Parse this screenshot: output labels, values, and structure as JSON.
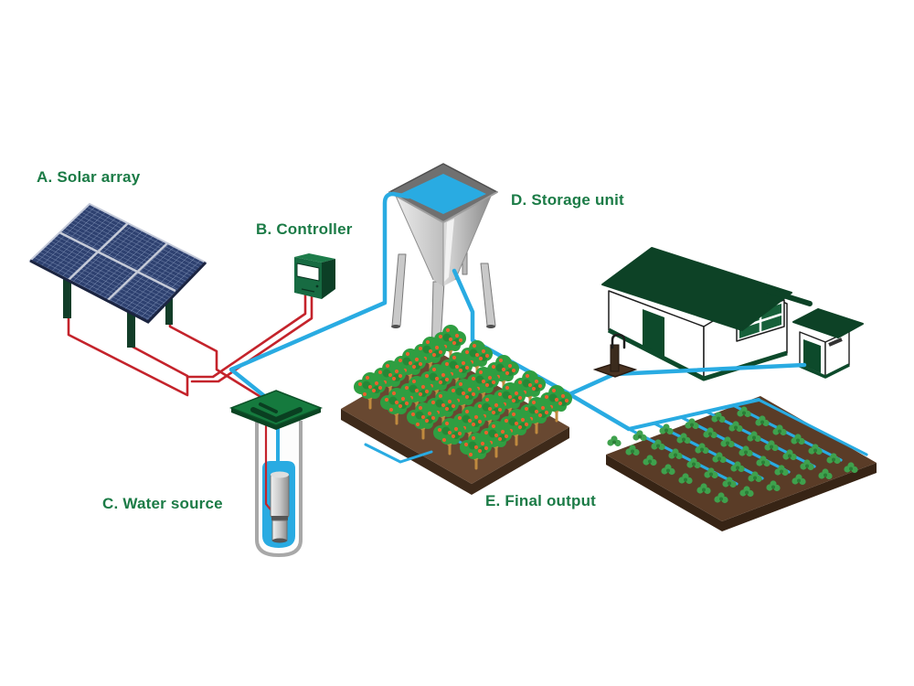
{
  "labels": {
    "solar_array": "A. Solar array",
    "controller": "B. Controller",
    "water_source": "C. Water source",
    "storage_unit": "D. Storage unit",
    "final_output": "E. Final output"
  },
  "colors": {
    "label_green": "#1b7b46",
    "wire_red": "#c4232b",
    "pipe_blue": "#29abe2",
    "water_blue": "#29abe2",
    "panel_blue": "#2e4170",
    "panel_grid": "#8fa0c2",
    "roof_green": "#0d4226",
    "structure_green": "#0d4a2b",
    "controller_green": "#176b42",
    "platform_green": "#157a3e",
    "orchard_soil_brown": "#684831",
    "field_soil_brown": "#5a3c27",
    "foliage_green": "#2f9e41",
    "fruit_orange": "#e8622d",
    "crop_green": "#3fa14d",
    "trunk_tan": "#c08a3e",
    "metal_gray": "#c9c9c9"
  }
}
